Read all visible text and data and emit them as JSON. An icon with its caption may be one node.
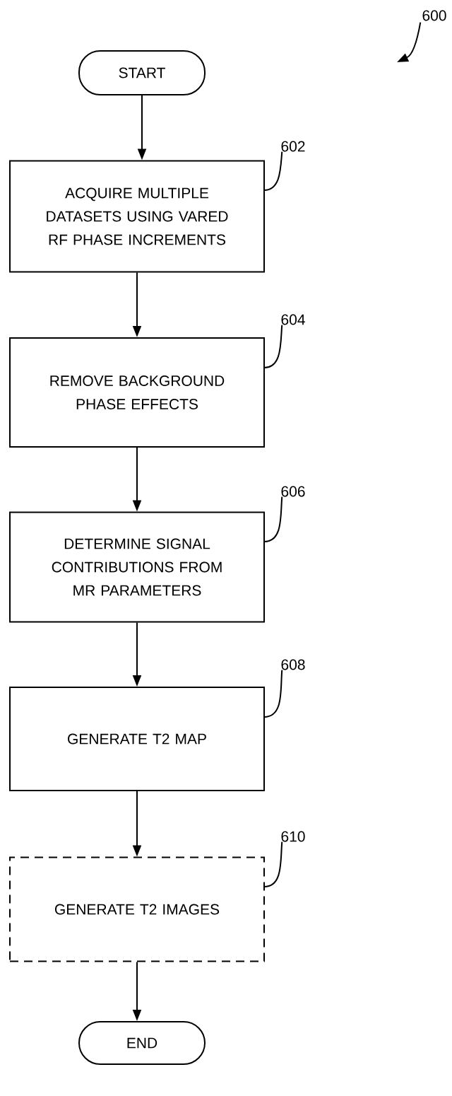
{
  "diagram": {
    "nodes": [
      {
        "text": [
          "600"
        ]
      },
      {
        "text": [
          "START"
        ]
      },
      {
        "text": [
          "602"
        ]
      },
      {
        "text": [
          "ACQUIRE MULTIPLE DATASETS USING VARED RF PHASE INCREMENTS"
        ]
      },
      {
        "text": [
          "604"
        ]
      },
      {
        "text": [
          "REMOVE BACKGROUND PHASE EFFECTS"
        ]
      },
      {
        "text": [
          "606"
        ]
      },
      {
        "text": [
          "DETERMINE SIGNAL CONTRIBUTIONS FROM MR PARAMETERS"
        ]
      },
      {
        "text": [
          "608"
        ]
      },
      {
        "text": [
          "GENERATE T2 MAP"
        ]
      },
      {
        "text": [
          "610"
        ]
      },
      {
        "text": [
          "GENERATE T2 IMAGES"
        ]
      },
      {
        "text": [
          "END"
        ]
      }
    ],
    "edges": [
      {
        "from": 0,
        "to": null,
        "arrow": "to"
      },
      {
        "from": 1,
        "to": 3,
        "arrow": "to"
      },
      {
        "from": 2,
        "to": 3,
        "arrow": "none"
      },
      {
        "from": 3,
        "to": 5,
        "arrow": "to"
      },
      {
        "from": 4,
        "to": 5,
        "arrow": "none"
      },
      {
        "from": 5,
        "to": 7,
        "arrow": "to"
      },
      {
        "from": 6,
        "to": 7,
        "arrow": "none"
      },
      {
        "from": 7,
        "to": 9,
        "arrow": "to"
      },
      {
        "from": 8,
        "to": 9,
        "arrow": "none"
      },
      {
        "from": 9,
        "to": 11,
        "arrow": "to"
      },
      {
        "from": 10,
        "to": 11,
        "arrow": "none"
      },
      {
        "from": 11,
        "to": 12,
        "arrow": "to"
      }
    ]
  }
}
